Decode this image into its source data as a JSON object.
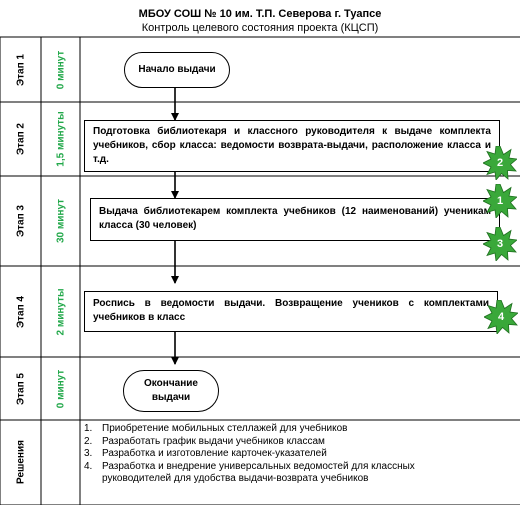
{
  "header": {
    "title": "МБОУ СОШ № 10 им. Т.П. Северова г. Туапсе",
    "subtitle": "Контроль целевого состояния проекта (КЦСП)"
  },
  "stages": [
    {
      "label": "Этап 1",
      "duration": "0 минут"
    },
    {
      "label": "Этап 2",
      "duration": "1,5 минуты"
    },
    {
      "label": "Этап 3",
      "duration": "30 минут"
    },
    {
      "label": "Этап 4",
      "duration": "2 минуты"
    },
    {
      "label": "Этап 5",
      "duration": "0 минут"
    }
  ],
  "solutions_label": "Решения",
  "nodes": {
    "start": "Начало выдачи",
    "step2": "Подготовка библиотекаря и классного руководителя к выдаче комплекта учебников, сбор класса: ведомости возврата-выдачи, расположение класса и т.д.",
    "step3": "Выдача библиотекарем комплекта учебников (12 наименований) ученикам класса (30 человек)",
    "step4": "Роспись в ведомости выдачи. Возвращение учеников с комплектами учебников в класс",
    "end": "Окончание выдачи"
  },
  "markers": {
    "burst_color": "#3aa83a",
    "step2": "2",
    "step3_top": "1",
    "step3_bottom": "3",
    "step4": "4"
  },
  "solutions": [
    {
      "num": "1.",
      "text": "Приобретение мобильных стеллажей для учебников"
    },
    {
      "num": "2.",
      "text": "Разработать график выдачи учебников классам"
    },
    {
      "num": "3.",
      "text": "Разработка и изготовление карточек-указателей"
    },
    {
      "num": "4.",
      "text": "Разработка и внедрение универсальных ведомостей для классных руководителей для удобства выдачи-возврата учебников"
    }
  ]
}
